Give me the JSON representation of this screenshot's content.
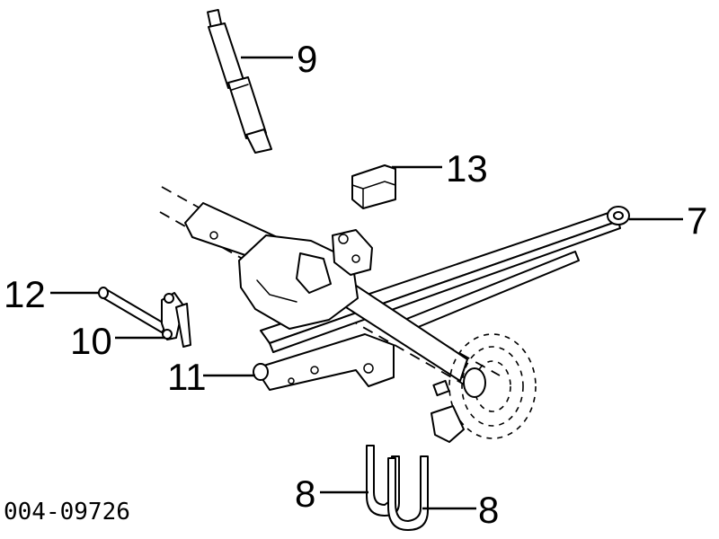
{
  "callouts": {
    "shock_absorber": "9",
    "bump_stop": "13",
    "leaf_spring": "7",
    "spring_pin": "12",
    "shackle": "10",
    "front_hanger": "11",
    "u_bolt_left": "8",
    "u_bolt_right": "8"
  },
  "figure_id": "004-09726"
}
